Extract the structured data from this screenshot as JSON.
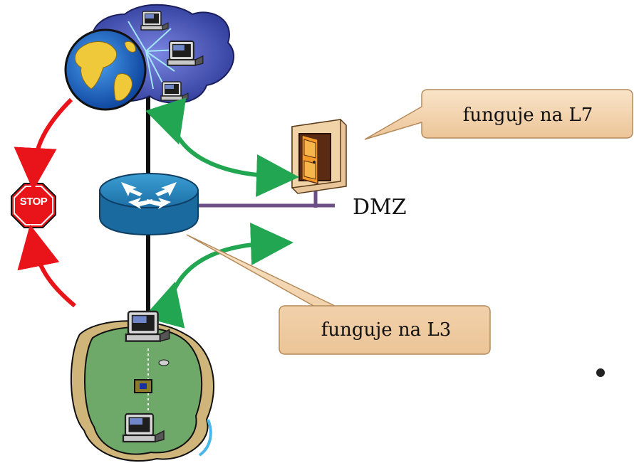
{
  "diagram": {
    "stop_sign_text": "STOP",
    "dmz_label": "DMZ",
    "callout_top": "funguje na L7",
    "callout_bottom": "funguje na L3"
  },
  "colors": {
    "blocked_arrow": "#e8141a",
    "allowed_arrow": "#23a652",
    "dmz_link": "#6b4f86",
    "callout_fill": "#f3d4ae",
    "internet_cloud": "#3f4fb4",
    "lan_island": "#6fa96a",
    "router_body": "#2f8fc4"
  },
  "icons": [
    "globe-icon",
    "computer-icon",
    "router-icon",
    "door-icon",
    "stop-sign-icon",
    "lan-island-icon"
  ]
}
